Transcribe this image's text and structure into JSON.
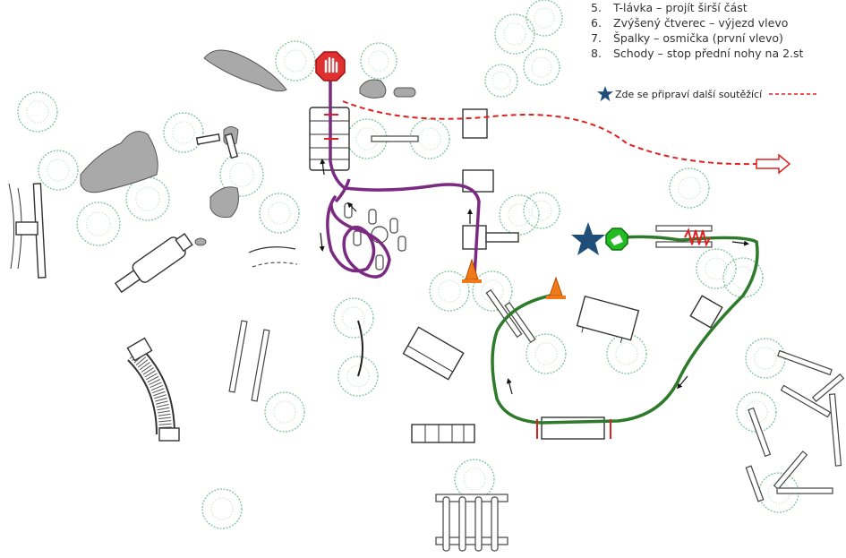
{
  "legend": {
    "items": [
      {
        "num": "5.",
        "text": "T-lávka – projít širší část"
      },
      {
        "num": "6.",
        "text": "Zvýšený čtverec – výjezd vlevo"
      },
      {
        "num": "7.",
        "text": "Špalky – osmička (první vlevo)"
      },
      {
        "num": "8.",
        "text": "Schody – stop přední nohy na 2.st"
      }
    ]
  },
  "note": {
    "text": "Zde se připraví další soutěžící",
    "icon": "star-icon"
  },
  "colors": {
    "purple_route": "#7a2a80",
    "green_route": "#2d7a2a",
    "red_arrow": "#e02020",
    "star": "#1f4e79",
    "stop_sign": "#e03030",
    "start_sign": "#22bb22",
    "cone": "#f07a1a",
    "tree": "#7cc59a",
    "rock": "#a9a9a9"
  }
}
